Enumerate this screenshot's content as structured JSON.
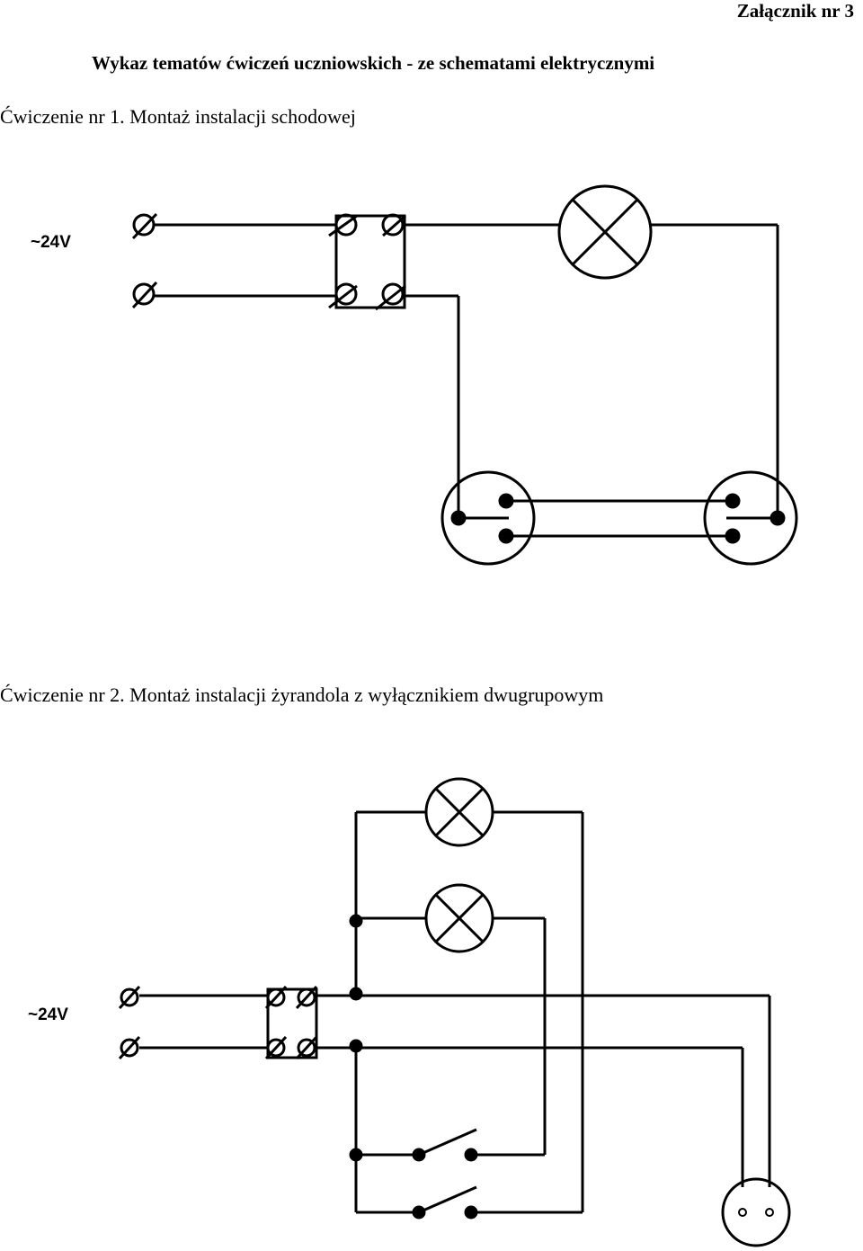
{
  "header": {
    "annex_label": "Załącznik nr 3",
    "title": "Wykaz tematów ćwiczeń uczniowskich - ze schematami elektrycznymi"
  },
  "exercise1": {
    "heading": "Ćwiczenie nr 1. Montaż instalacji schodowej",
    "supply_label": "~24V"
  },
  "exercise2": {
    "heading": "Ćwiczenie nr 2. Montaż instalacji żyrandola z wyłącznikiem dwugrupowym",
    "supply_label": "~24V"
  }
}
